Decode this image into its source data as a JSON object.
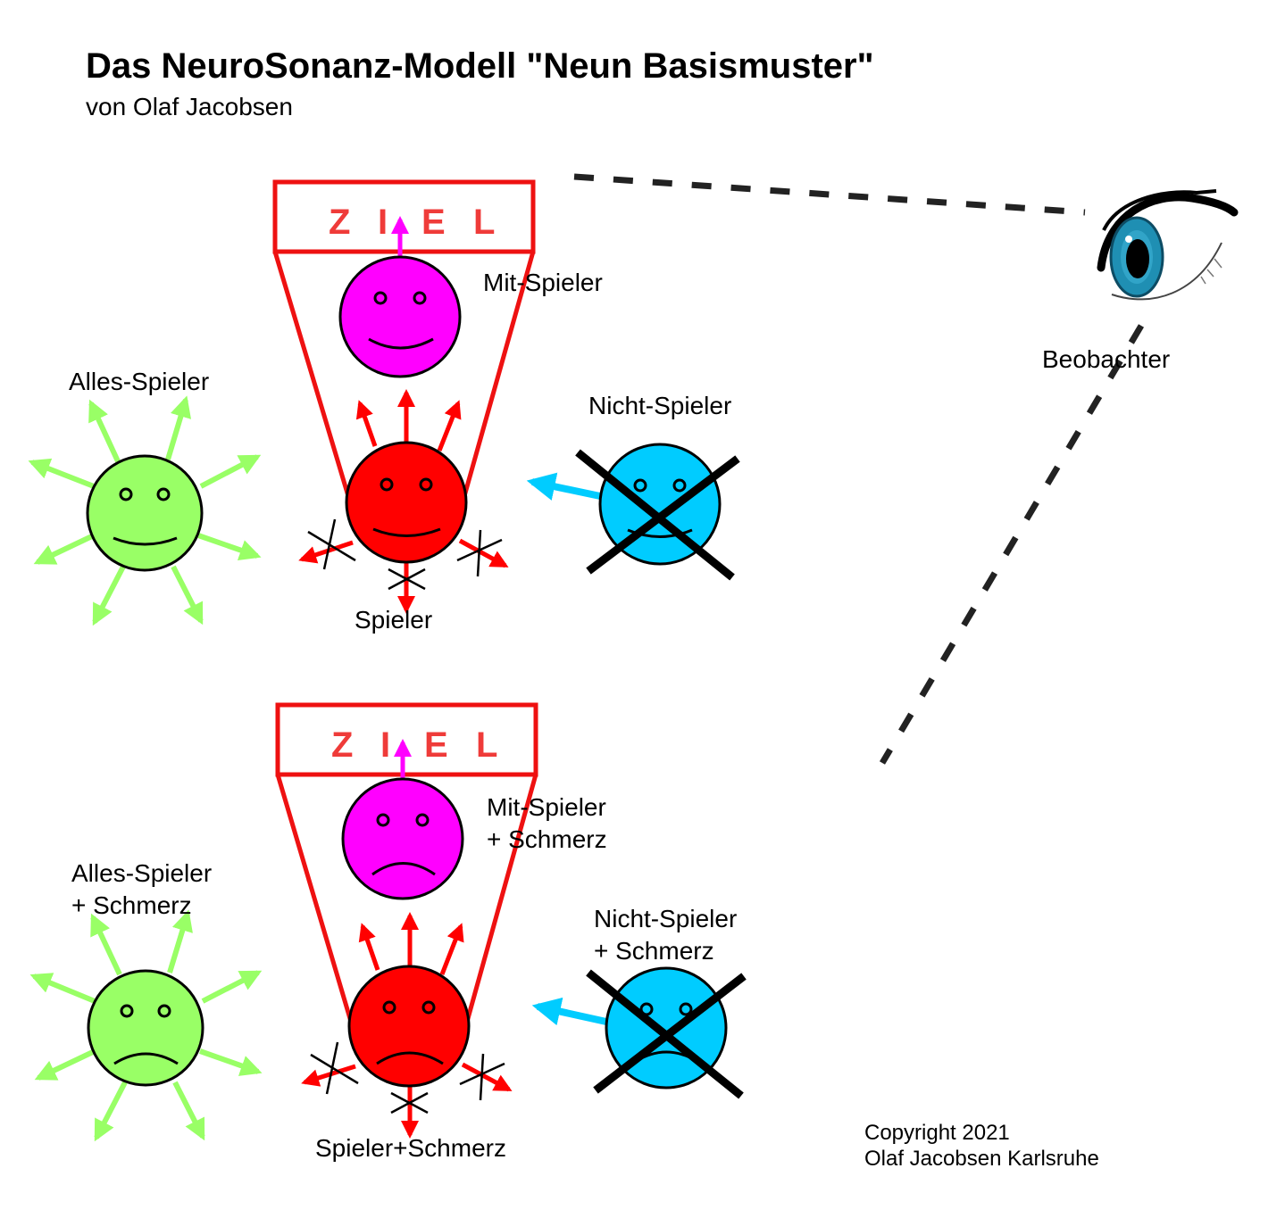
{
  "title": "Das NeuroSonanz-Modell \"Neun Basismuster\"",
  "subtitle": "von Olaf Jacobsen",
  "colors": {
    "goal_frame": "#ee1111",
    "goal_text": "#ef3b39",
    "mit_spieler": "#ff00ff",
    "spieler": "#ff0000",
    "alles_spieler": "#99ff66",
    "nicht_spieler": "#00ccff",
    "eye_iris": "#1f8fb3"
  },
  "observer": {
    "label": "Beobachter",
    "icon": "eye-icon"
  },
  "top_group": {
    "goal": [
      "Z",
      "I",
      "E",
      "L"
    ],
    "mit_spieler": {
      "label": "Mit-Spieler",
      "mood": "happy"
    },
    "spieler": {
      "label": "Spieler",
      "mood": "happy"
    },
    "alles_spieler": {
      "label": "Alles-Spieler",
      "mood": "happy"
    },
    "nicht_spieler": {
      "label": "Nicht-Spieler",
      "mood": "happy"
    }
  },
  "bottom_group": {
    "goal": [
      "Z",
      "I",
      "E",
      "L"
    ],
    "mit_spieler": {
      "label_line1": "Mit-Spieler",
      "label_line2": "+ Schmerz",
      "mood": "sad"
    },
    "spieler": {
      "label": "Spieler+Schmerz",
      "mood": "sad"
    },
    "alles_spieler": {
      "label_line1": "Alles-Spieler",
      "label_line2": "+ Schmerz",
      "mood": "sad"
    },
    "nicht_spieler": {
      "label_line1": "Nicht-Spieler",
      "label_line2": "+ Schmerz",
      "mood": "sad"
    }
  },
  "copyright": {
    "line1": "Copyright 2021",
    "line2": "Olaf Jacobsen Karlsruhe"
  }
}
